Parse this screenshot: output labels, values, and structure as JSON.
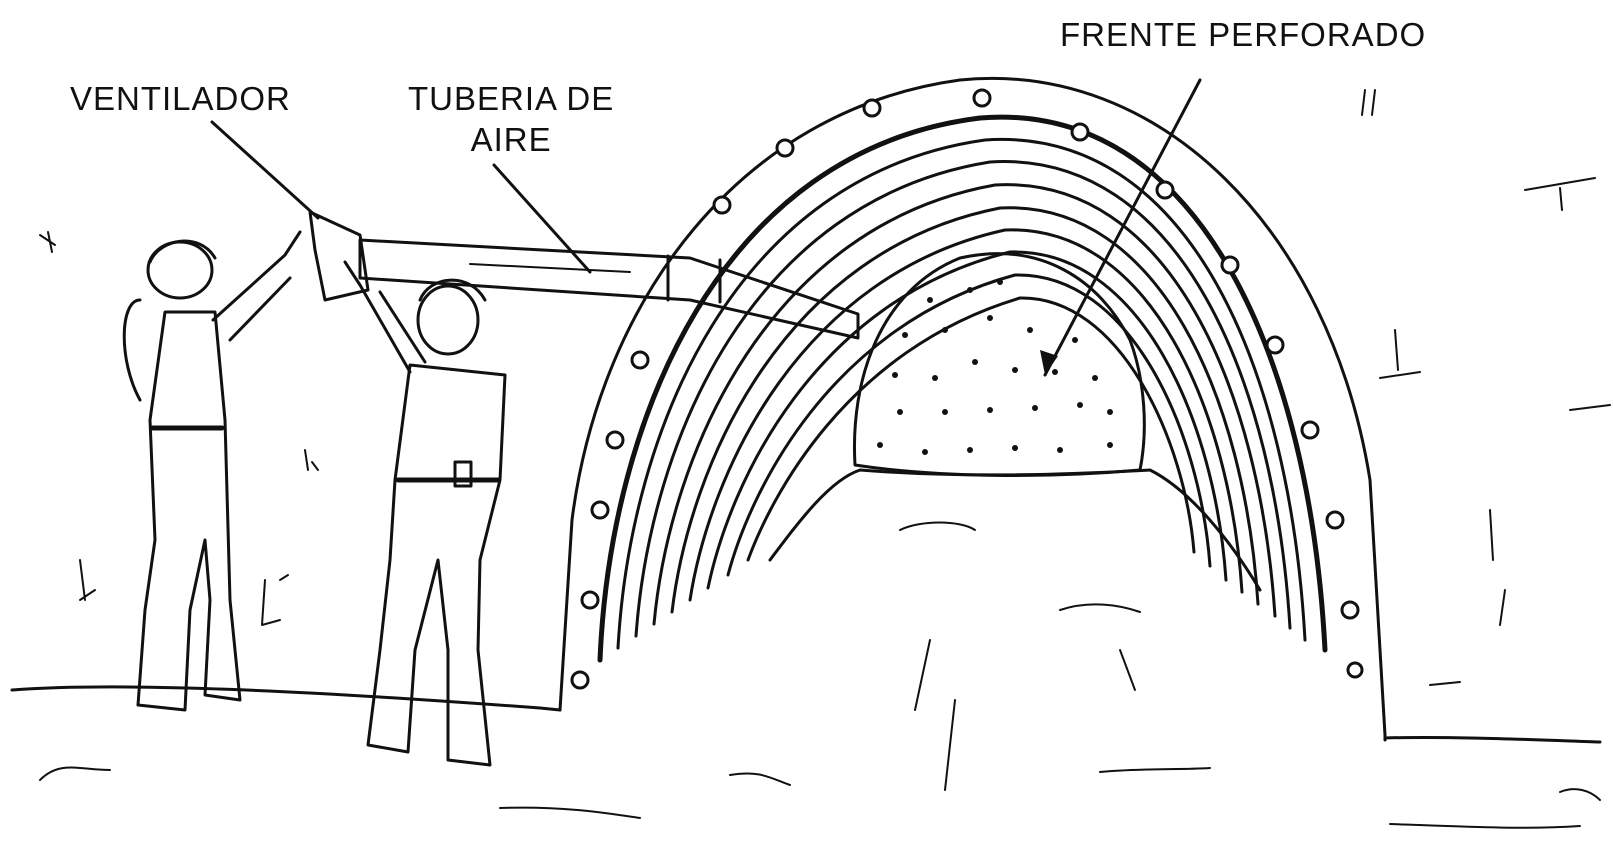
{
  "labels": {
    "ventilador": "VENTILADOR",
    "tuberia": "TUBERIA DE\nAIRE",
    "frente": "FRENTE PERFORADO"
  },
  "colors": {
    "ink": "#111111",
    "paper": "#ffffff"
  }
}
